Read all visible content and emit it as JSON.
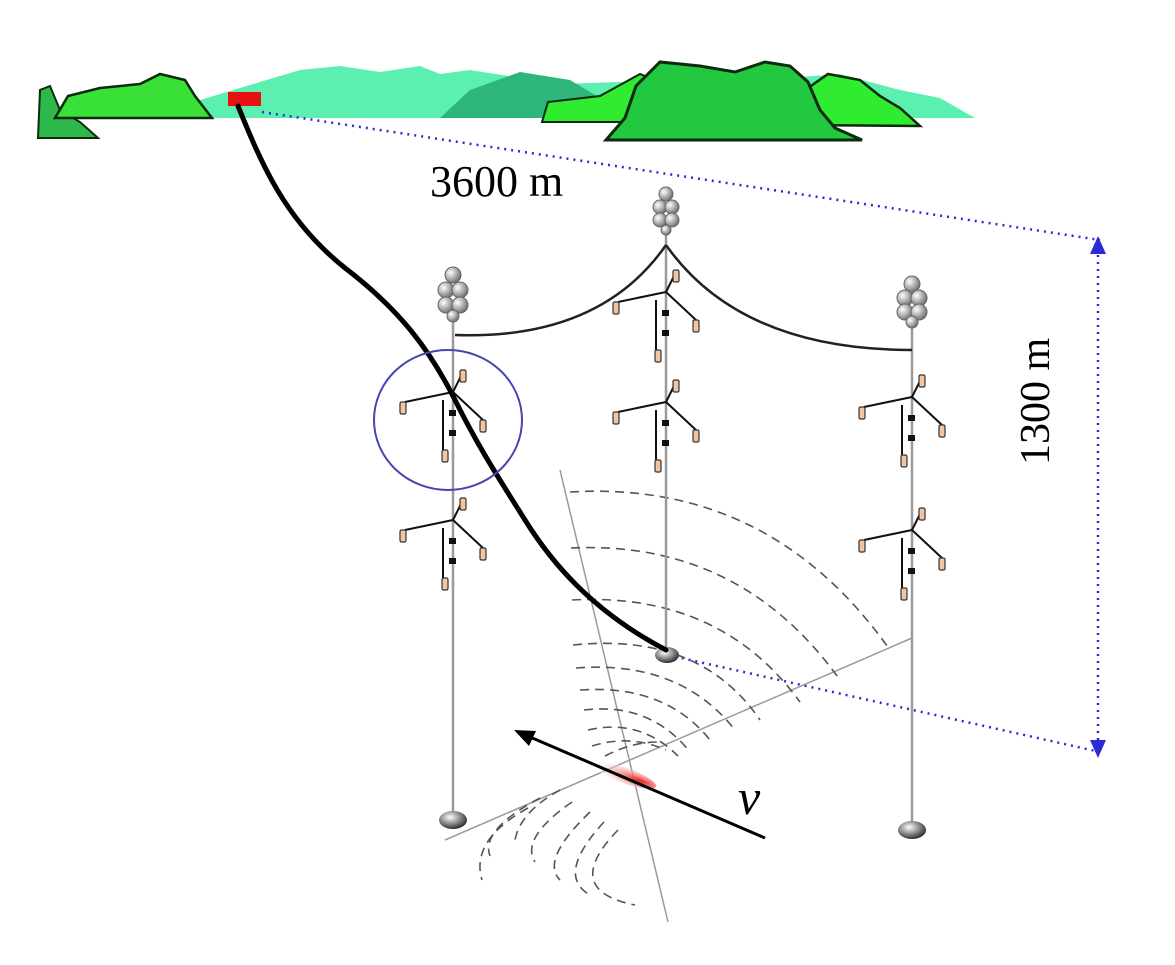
{
  "labels": {
    "depth": "3600 m",
    "height": "1300 m",
    "neutrino": "ν"
  },
  "colors": {
    "hill_light": "#33e033",
    "hill_teal": "#5cf0b0",
    "hill_dark": "#2db57a",
    "hill_deep": "#22c44a",
    "shore_station": "#e81010",
    "dotted_line": "#2a2ad8",
    "circle": "#4646b0",
    "cable": "#000000",
    "string": "#9a9a9a",
    "wavefront": "#555555",
    "track_glow": "#e83030",
    "module": "#f2c4a0"
  },
  "icons": [
    "shore-station-icon",
    "buoy-icon",
    "anchor-icon",
    "optical-module-icon",
    "junction-box-icon"
  ]
}
